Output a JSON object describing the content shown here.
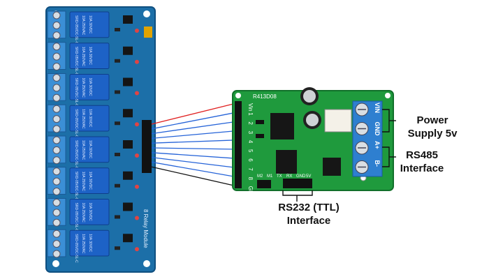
{
  "relay_module": {
    "relay_count": 8,
    "side_label": "8 Relay Module",
    "relay_text_lines": [
      "SRD-05VDC-SL-C",
      "10A 250VAC",
      "10A 30VDC"
    ],
    "colors": {
      "pcb": "#1c6fa8",
      "pcb_edge": "#0f4f80",
      "relay": "#1d62c6",
      "terminal": "#3b8fd6"
    }
  },
  "controller_board": {
    "model_label": "R413D08",
    "header_pins": [
      "Vin",
      "1",
      "2",
      "3",
      "4",
      "5",
      "6",
      "7",
      "8",
      "GND"
    ],
    "terminal_labels": [
      "VIN",
      "GND",
      "A+",
      "B-"
    ],
    "uart_labels": [
      "M2",
      "M1",
      "TX",
      "RX",
      "GND",
      "5V"
    ],
    "colors": {
      "pcb": "#1f9a3d",
      "terminal": "#2e7fd0"
    }
  },
  "wires": {
    "count": 10,
    "colors": {
      "first": "#e02020",
      "middle": "#2563d8",
      "last": "#111111"
    }
  },
  "callouts": {
    "power": [
      "Power",
      "Supply 5v"
    ],
    "rs485": [
      "RS485",
      "Interface"
    ],
    "rs232": [
      "RS232 (TTL)",
      "Interface"
    ]
  }
}
